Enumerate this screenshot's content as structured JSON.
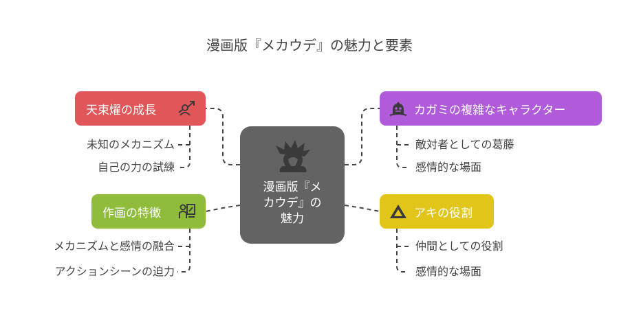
{
  "title": "漫画版『メカウデ』の魅力と要素",
  "center": {
    "label_line1": "漫画版『メ",
    "label_line2": "カウデ』の",
    "label_line3": "魅力",
    "icon": "manga-character-icon"
  },
  "branches": {
    "growth": {
      "label": "天束燿の成長",
      "color": "#e15759",
      "icon": "growth-arrow-person-icon",
      "items": [
        "未知のメカニズム",
        "自己の力の試練"
      ]
    },
    "art": {
      "label": "作画の特徴",
      "color": "#8fbc3b",
      "icon": "artist-drawing-icon",
      "items": [
        "メカニズムと感情の融合",
        "アクションシーンの迫力"
      ]
    },
    "kagami": {
      "label": "カガミの複雑なキャラクター",
      "color": "#b05bd9",
      "icon": "villain-face-icon",
      "items": [
        "敵対者としての葛藤",
        "感情的な場面"
      ]
    },
    "aki": {
      "label": "アキの役割",
      "color": "#e1c519",
      "icon": "triangle-logo-icon",
      "items": [
        "仲間としての役割",
        "感情的な場面"
      ]
    }
  }
}
